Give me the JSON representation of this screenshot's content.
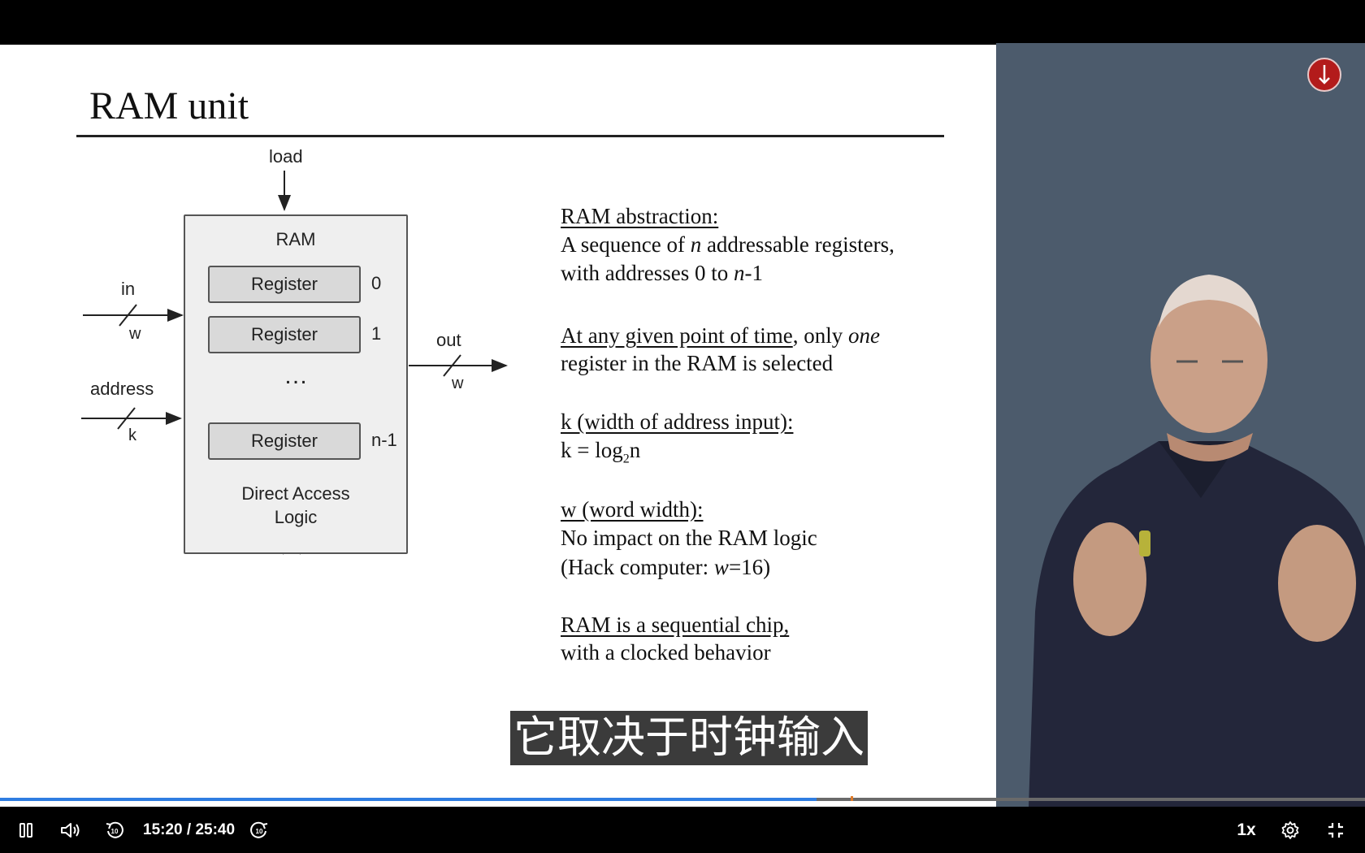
{
  "slide": {
    "title": "RAM unit",
    "diagram": {
      "load_label": "load",
      "chip_label": "RAM",
      "in_label": "in",
      "in_width": "w",
      "address_label": "address",
      "address_width": "k",
      "out_label": "out",
      "out_width": "w",
      "registers": [
        {
          "label": "Register",
          "index": "0"
        },
        {
          "label": "Register",
          "index": "1"
        },
        {
          "label": "Register",
          "index": "n-1"
        }
      ],
      "ellipsis": "…",
      "logic_line1": "Direct Access",
      "logic_line2": "Logic"
    },
    "notes": {
      "abstraction_heading": "RAM abstraction:",
      "abstraction_l1_a": "A sequence of ",
      "abstraction_l1_n": "n",
      "abstraction_l1_b": " addressable registers,",
      "abstraction_l2_a": "with addresses 0 to ",
      "abstraction_l2_n": "n",
      "abstraction_l2_b": "-1",
      "select_heading": "At any given point of time",
      "select_l1_rest_a": ", only ",
      "select_l1_one": "one",
      "select_l2": "register in the RAM is selected",
      "k_heading": "k (width of address input):",
      "k_formula_a": "k = log",
      "k_formula_sub": "2",
      "k_formula_b": "n",
      "w_heading": "w (word width):",
      "w_l1": "No impact on the RAM logic",
      "w_l2_a": "(Hack computer: ",
      "w_l2_w": "w",
      "w_l2_b": "=16)",
      "seq_heading": "RAM is a sequential chip,",
      "seq_l2": "with a clocked behavior"
    }
  },
  "subtitle": "它取决于时钟输入",
  "player": {
    "current_time": "15:20",
    "separator": " / ",
    "duration": "25:40",
    "progress": 0.598,
    "speed": "1x",
    "icons": {
      "pause": "pause-icon",
      "volume": "volume-icon",
      "rewind": "rewind-10-icon",
      "forward": "forward-10-icon",
      "settings": "gear-icon",
      "fullscreen": "exit-fullscreen-icon"
    },
    "colors": {
      "progress": "#2f7de1",
      "marker": "#e07b2a",
      "presenter_bg": "#4c5b6c"
    }
  }
}
